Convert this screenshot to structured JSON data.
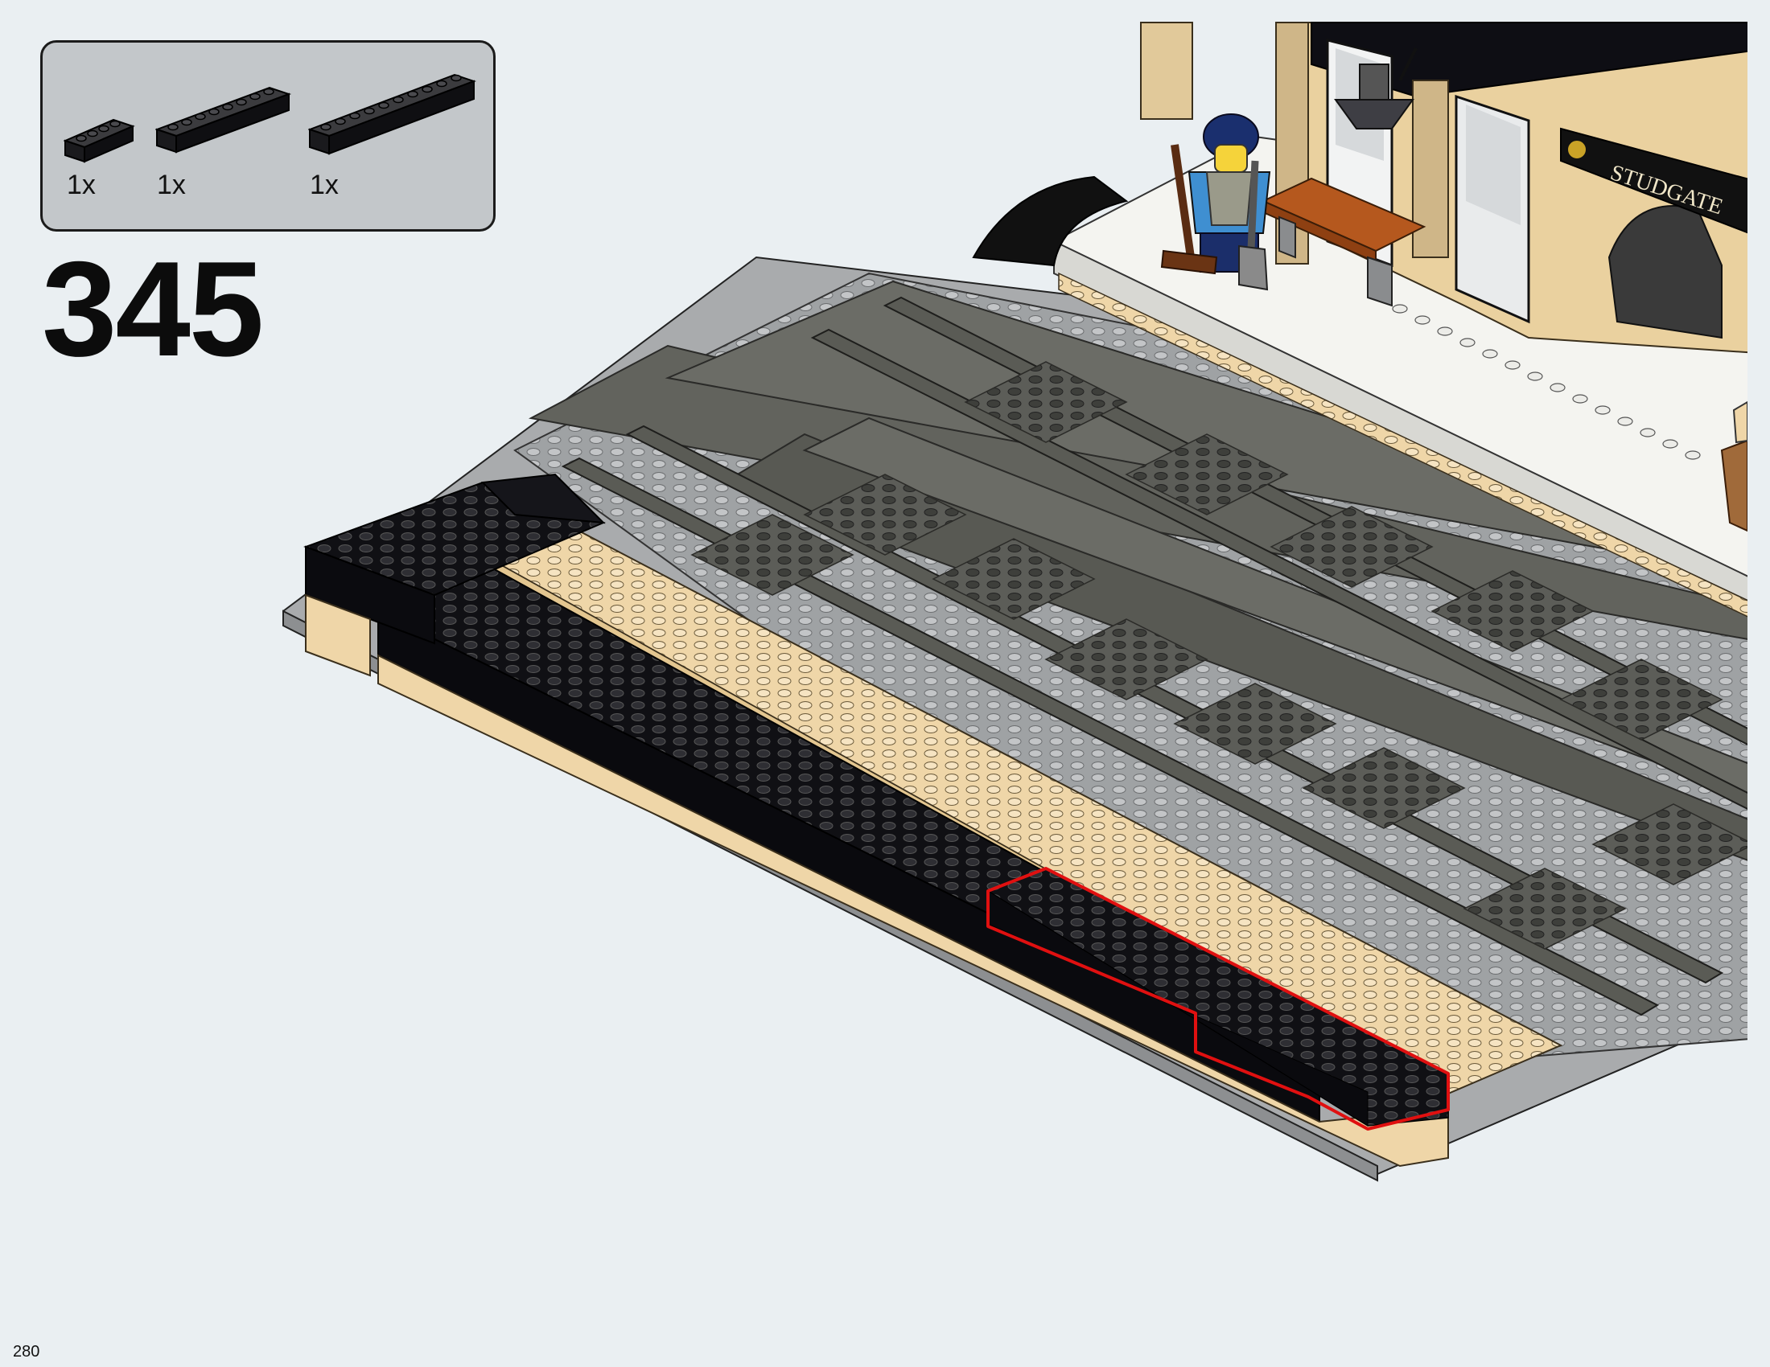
{
  "step": {
    "number": "345"
  },
  "page": {
    "number": "280"
  },
  "parts_list": {
    "items": [
      {
        "qty": "1x",
        "part": "brick-1x4",
        "color": "#111111",
        "icon": "black-brick-1x4-icon"
      },
      {
        "qty": "1x",
        "part": "brick-1x8",
        "color": "#111111",
        "icon": "black-brick-1x8-icon"
      },
      {
        "qty": "1x",
        "part": "brick-1x10",
        "color": "#111111",
        "icon": "black-brick-1x10-icon"
      }
    ]
  },
  "scene": {
    "station_sign": "STUDGATE",
    "highlight_color": "#e01010",
    "colors": {
      "tan": "#efd6a8",
      "black": "#0d0d12",
      "dark_gray": "#5f605a",
      "light_gray": "#a3a5a7",
      "white": "#f7f7f3"
    }
  }
}
